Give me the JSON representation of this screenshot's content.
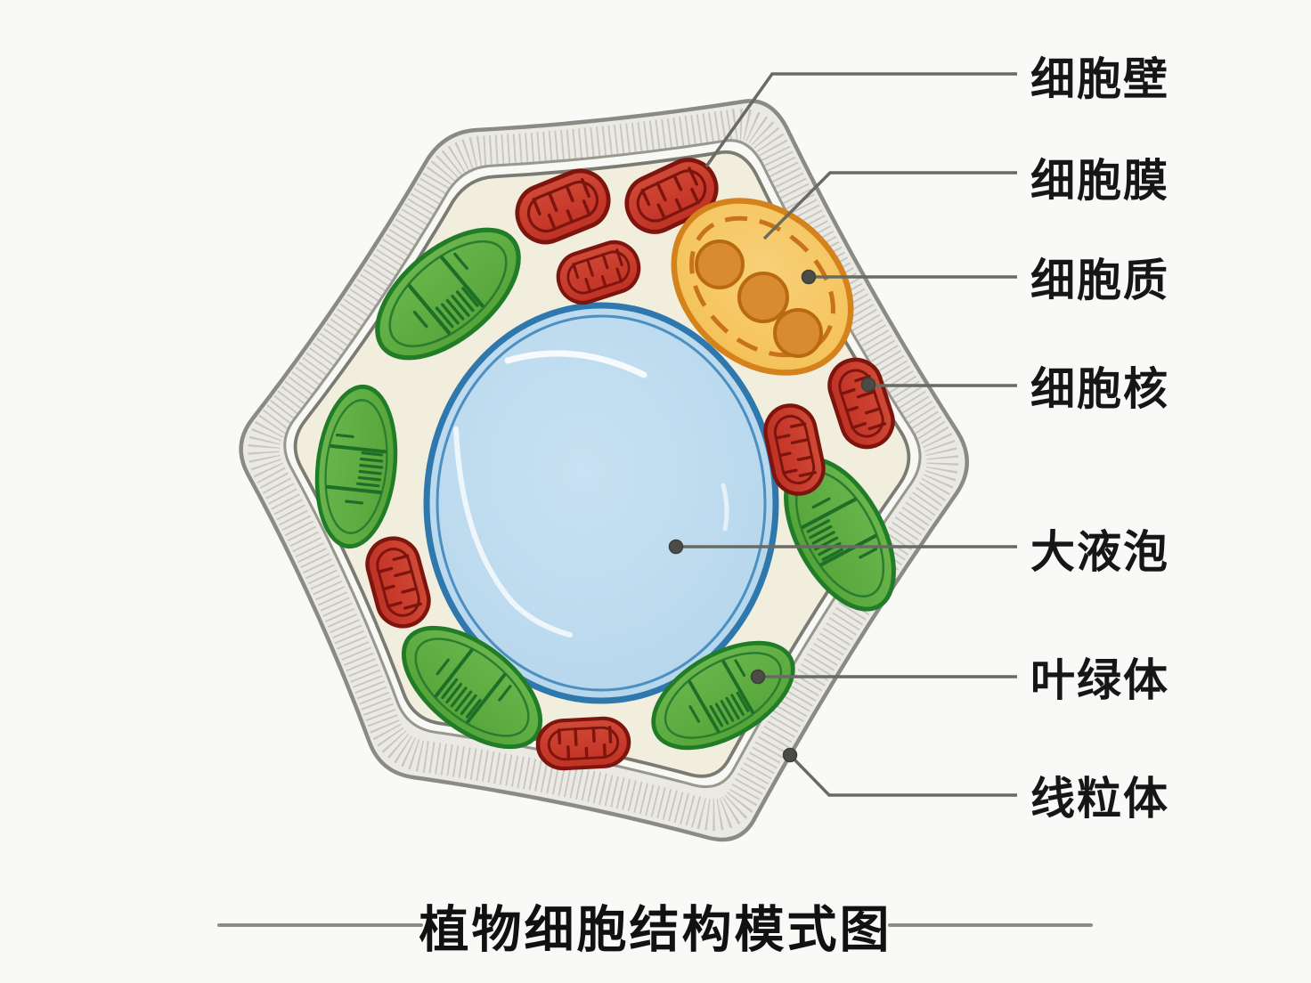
{
  "diagram": {
    "title": "植物细胞结构模式图",
    "labels": [
      {
        "id": "cell-wall",
        "text": "细胞壁",
        "leader": "bent-line"
      },
      {
        "id": "cell-membrane",
        "text": "细胞膜",
        "leader": "bent-line"
      },
      {
        "id": "cytoplasm",
        "text": "细胞质",
        "leader": "line-with-dot"
      },
      {
        "id": "nucleus",
        "text": "细胞核",
        "leader": "line-with-dot"
      },
      {
        "id": "vacuole",
        "text": "大液泡",
        "leader": "line-with-dot"
      },
      {
        "id": "chloroplast",
        "text": "叶绿体",
        "leader": "line-with-dot"
      },
      {
        "id": "mitochondrion",
        "text": "线粒体",
        "leader": "bent-line-with-dot"
      }
    ],
    "organelle_counts": {
      "chloroplasts": 5,
      "mitochondria": 7,
      "nucleoli": 3,
      "vacuoles": 1,
      "nuclei": 1
    },
    "colors": {
      "background": "#f9f9f7",
      "cell_wall_fill": "#ebe9e3",
      "cell_wall_stroke": "#8b8b85",
      "cell_wall_hatch": "#bfbdb6",
      "inner_wall_band": "#f8f8f4",
      "membrane_stroke": "#7b7b74",
      "cytoplasm_fill": "#f2eedd",
      "vacuole_fill": "#b9d9ee",
      "vacuole_stroke": "#2f78ae",
      "nucleus_fill": "#f5c663",
      "nucleus_stroke": "#d4821c",
      "nucleolus_fill": "#d88b31",
      "nucleolus_stroke": "#b96a10",
      "chloroplast_fill": "#68b44a",
      "chloroplast_stroke": "#217c28",
      "mitochondrion_fill": "#c83a2b",
      "mitochondrion_stroke": "#7d150e",
      "leader_line": "#6a6a64",
      "leader_dot": "#4c4c47",
      "label_text": "#161616"
    }
  }
}
